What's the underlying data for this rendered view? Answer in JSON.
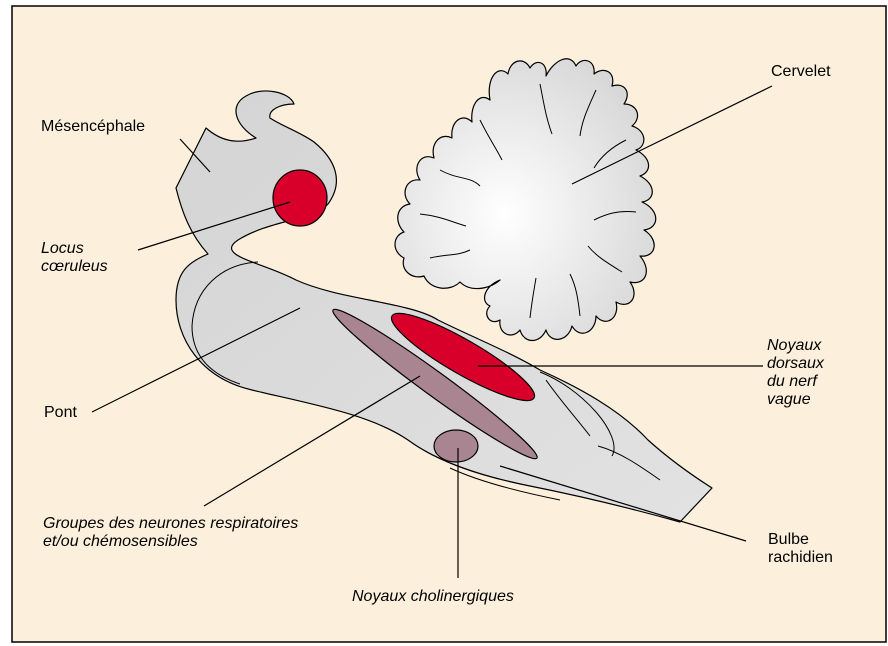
{
  "colors": {
    "background": "#fcf0dc",
    "frame": "#000000",
    "tissue": "#d9d9d9",
    "nucleus_red": "#d8002a",
    "nucleus_mauve": "#a88590"
  },
  "labels": {
    "cervelet": "Cervelet",
    "mesencephale": "Mésencéphale",
    "locus_line1": "Locus",
    "locus_line2": "cœruleus",
    "pont": "Pont",
    "noyaux_dorsaux_line1": "Noyaux",
    "noyaux_dorsaux_line2": "dorsaux",
    "noyaux_dorsaux_line3": "du nerf",
    "noyaux_dorsaux_line4": "vague",
    "groupes_line1": "Groupes des neurones respiratoires",
    "groupes_line2": "et/ou chémosensibles",
    "bulbe_line1": "Bulbe",
    "bulbe_line2": "rachidien",
    "cholinergiques": "Noyaux cholinergiques"
  }
}
